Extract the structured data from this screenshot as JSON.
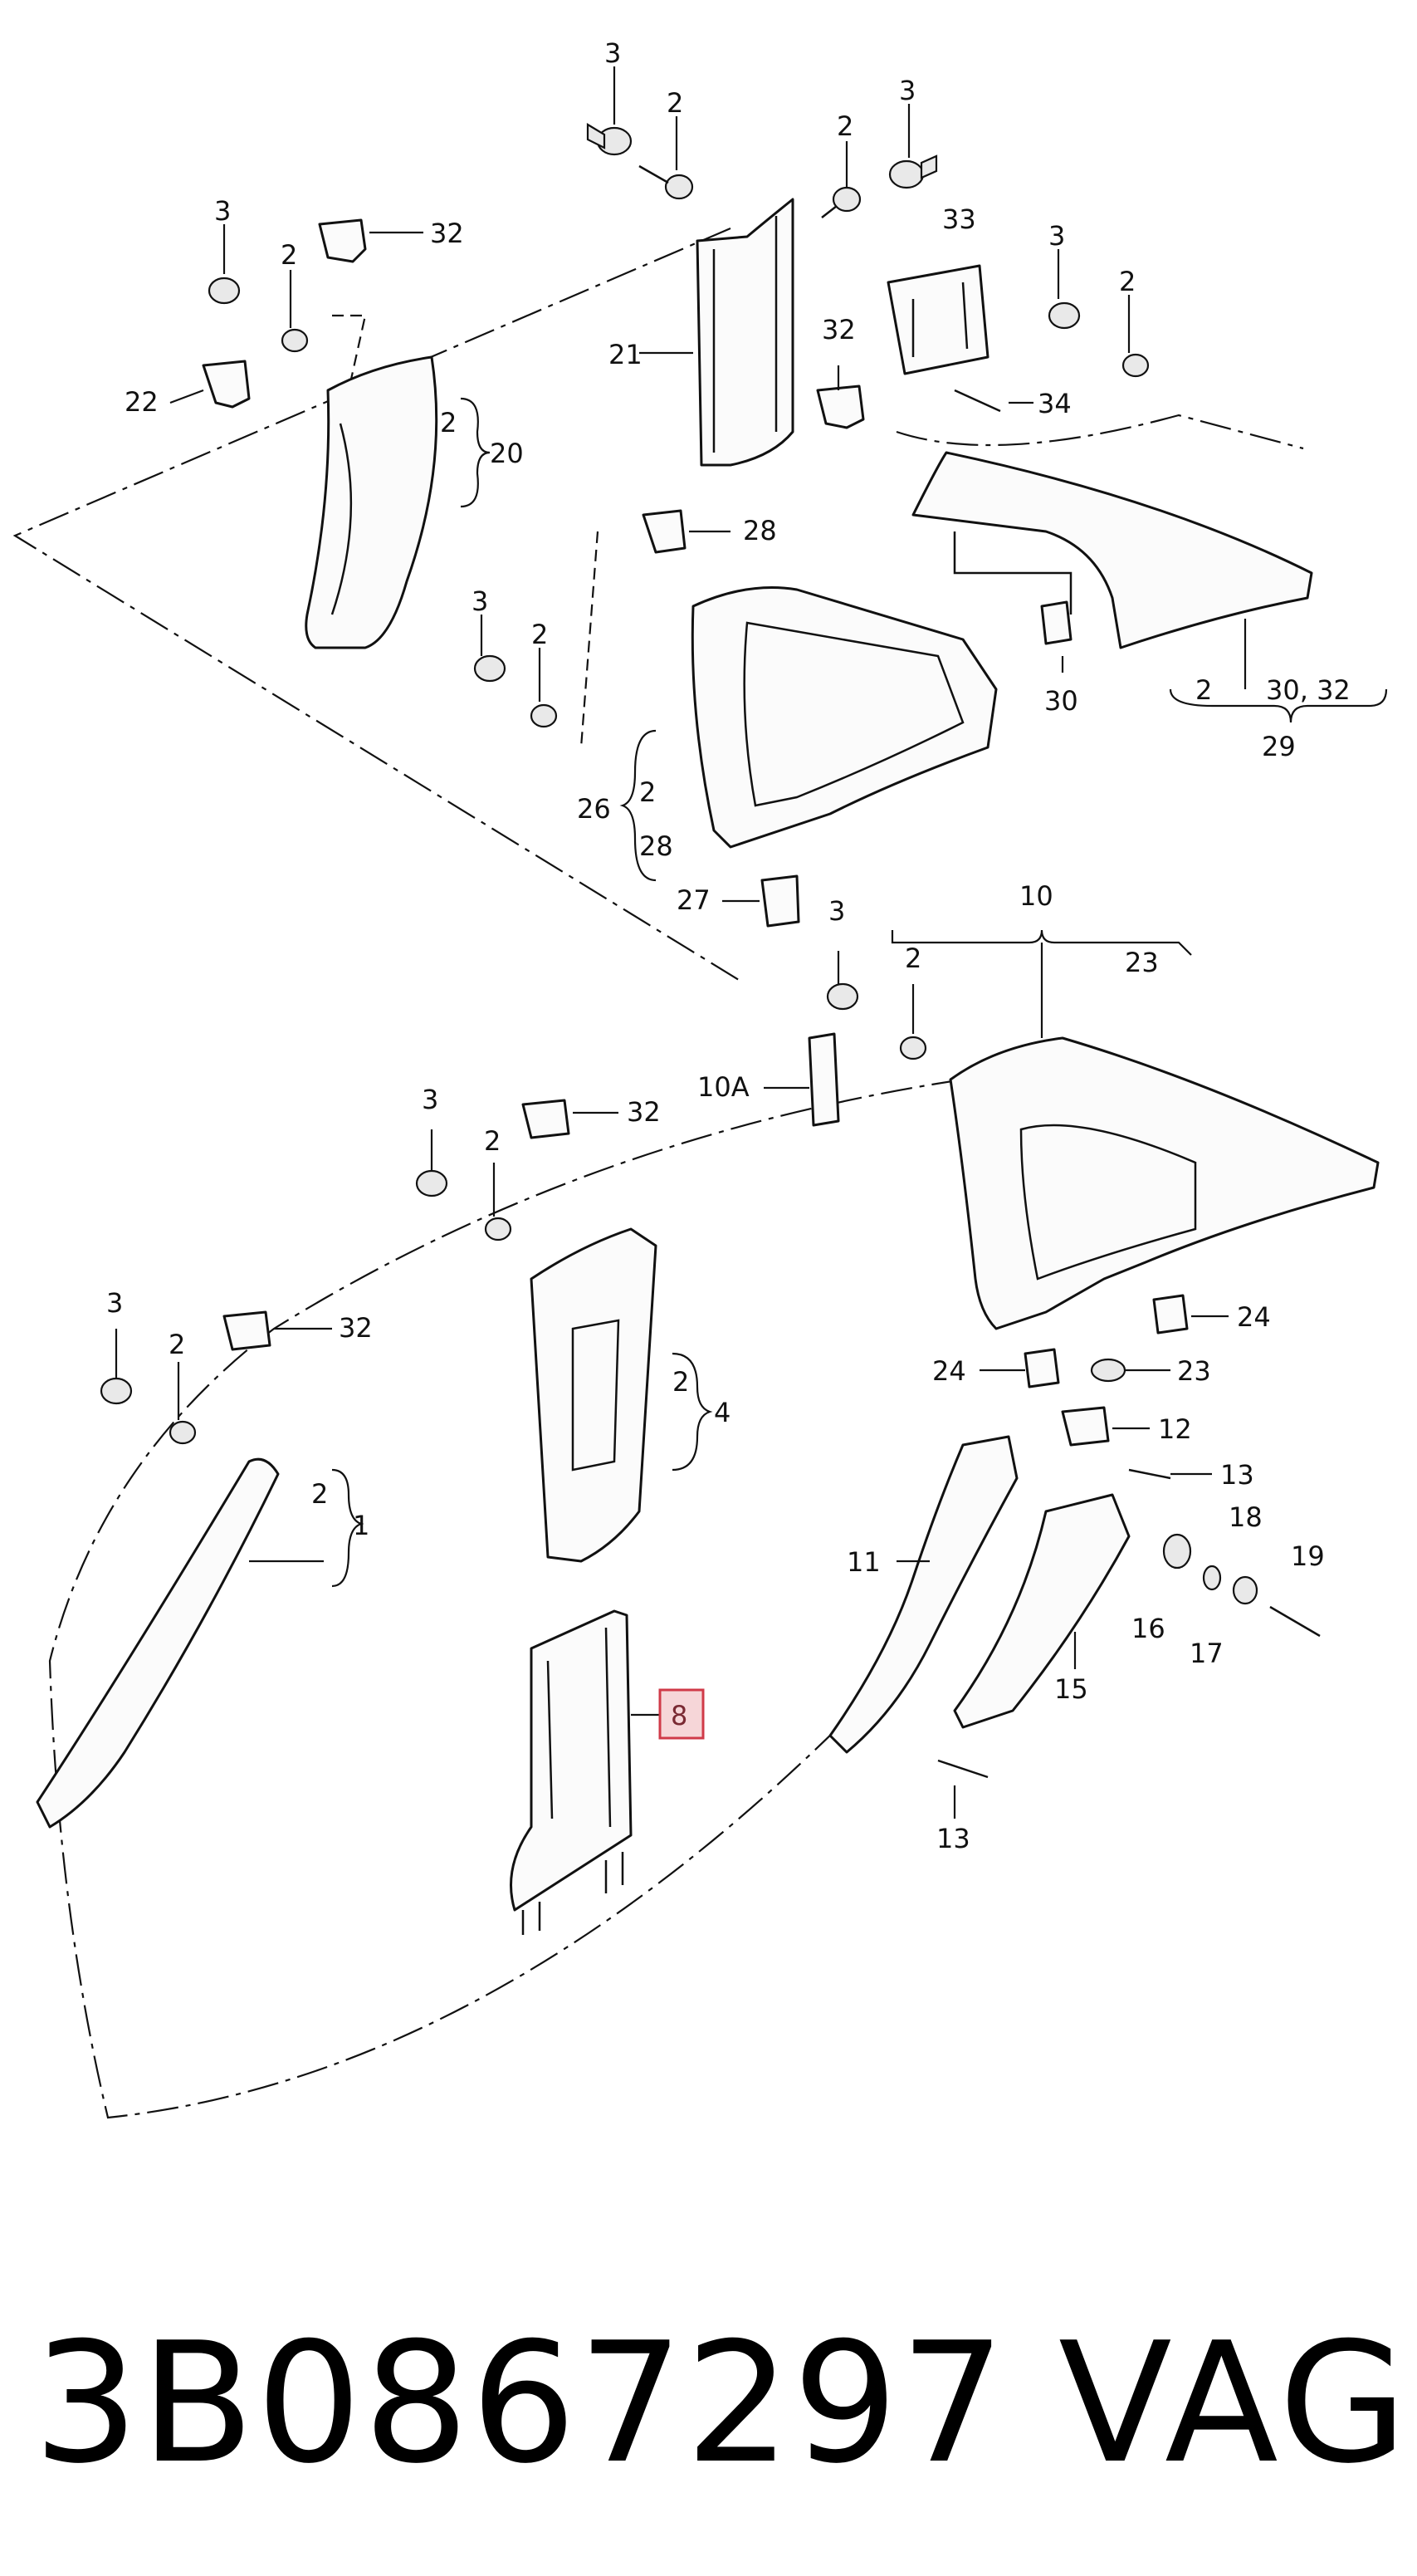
{
  "diagram": {
    "labels": {
      "l3_top1": "3",
      "l2_top1": "2",
      "l2_top2": "2",
      "l3_top2": "3",
      "l3_left1": "3",
      "l2_left1": "2",
      "l32_left1": "32",
      "l22": "22",
      "l2_20": "2",
      "l20": "20",
      "l21": "21",
      "l33": "33",
      "l32_mid": "32",
      "l34": "34",
      "l3_right1": "3",
      "l2_right1": "2",
      "l28_top": "28",
      "l3_mid": "3",
      "l2_mid": "2",
      "l26": "26",
      "l2_26": "2",
      "l28_26": "28",
      "l27": "27",
      "l30": "30",
      "l2_29": "2",
      "l30_32": "30, 32",
      "l29": "29",
      "l10": "10",
      "l23_top": "23",
      "l3_10": "3",
      "l2_10": "2",
      "l10a": "10A",
      "l3_4": "3",
      "l2_4": "2",
      "l32_4": "32",
      "l2_4b": "2",
      "l4": "4",
      "l3_1": "3",
      "l2_1": "2",
      "l32_1": "32",
      "l2_1b": "2",
      "l1": "1",
      "l24_right": "24",
      "l24_left": "24",
      "l23_bottom": "23",
      "l12": "12",
      "l13_top": "13",
      "l11": "11",
      "l18": "18",
      "l19": "19",
      "l16": "16",
      "l17": "17",
      "l15": "15",
      "l13_bottom": "13"
    },
    "highlight": {
      "label": "8",
      "color": "#d03a48",
      "fill": "#f6d6d8"
    }
  },
  "footer": {
    "part_number": "3B0867297",
    "brand": "VAG"
  }
}
